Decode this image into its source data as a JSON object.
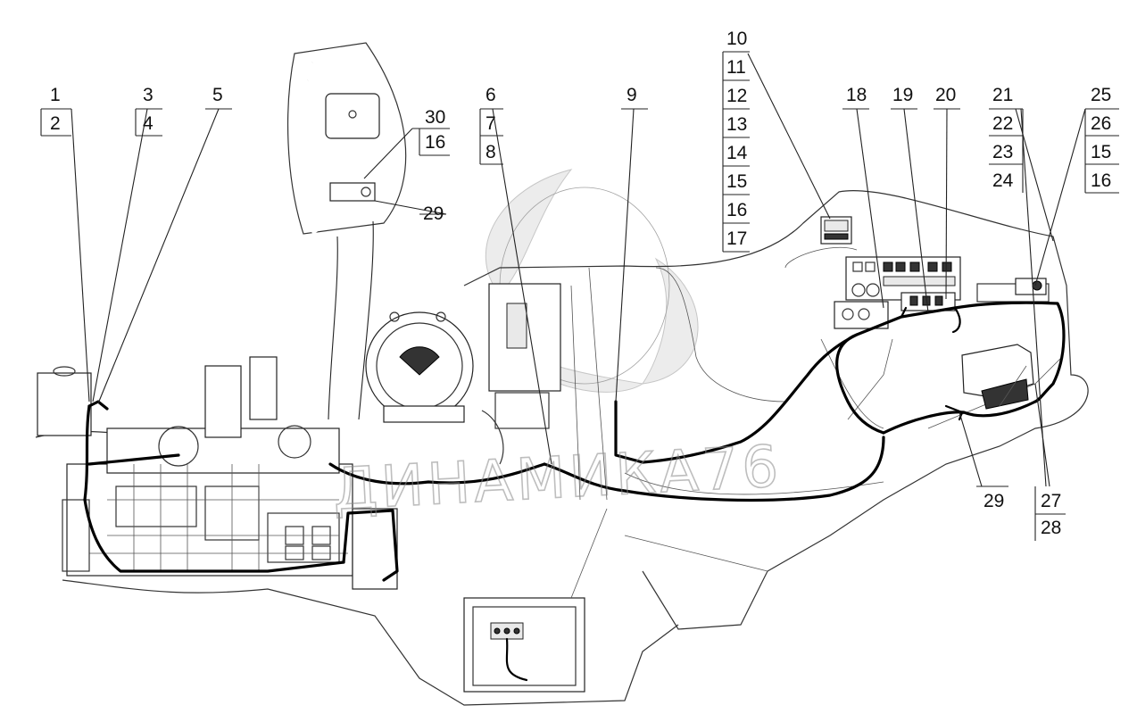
{
  "diagram": {
    "watermark": "ДИНАМИКА76",
    "callouts": {
      "c1": "1",
      "c2": "2",
      "c3": "3",
      "c4": "4",
      "c5": "5",
      "c6": "6",
      "c7": "7",
      "c8": "8",
      "c9": "9",
      "c10": "10",
      "c11": "11",
      "c12": "12",
      "c13": "13",
      "c14": "14",
      "c15a": "15",
      "c16a": "16",
      "c17": "17",
      "c18": "18",
      "c19": "19",
      "c20": "20",
      "c21": "21",
      "c22": "22",
      "c23": "23",
      "c24": "24",
      "c25": "25",
      "c26": "26",
      "c15b": "15",
      "c16b": "16",
      "c30": "30",
      "c16c": "16",
      "c29a": "29",
      "c29b": "29",
      "c27": "27",
      "c28": "28"
    }
  }
}
